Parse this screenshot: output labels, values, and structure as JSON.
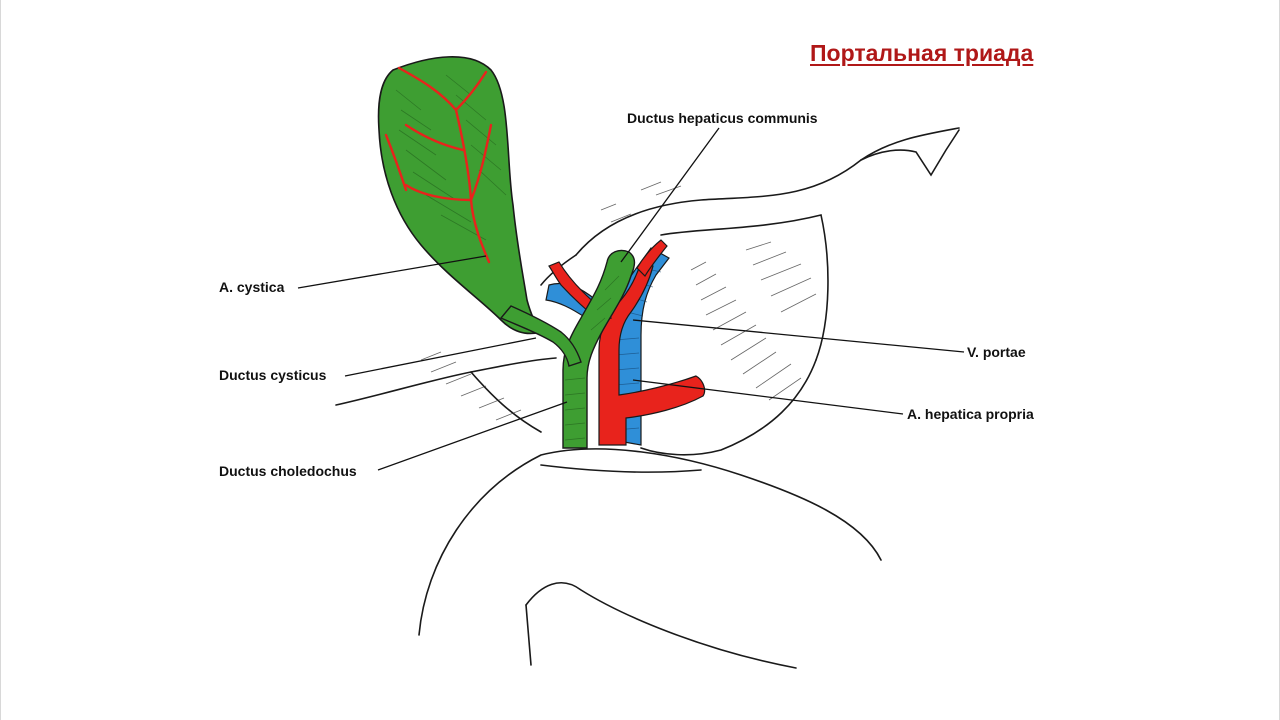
{
  "slide": {
    "title": "Портальная триада"
  },
  "labels": {
    "ductus_hepaticus_communis": "Ductus hepaticus communis",
    "a_cystica": "A. cystica",
    "ductus_cysticus": "Ductus cysticus",
    "ductus_choledochus": "Ductus choledochus",
    "v_portae": "V. portae",
    "a_hepatica_propria": "A. hepatica propria"
  },
  "colors": {
    "title": "#b01818",
    "bile_ducts": "#3e9e32",
    "arteries": "#e8231c",
    "portal_vein": "#2f8fd8",
    "outline": "#1a1a1a"
  }
}
